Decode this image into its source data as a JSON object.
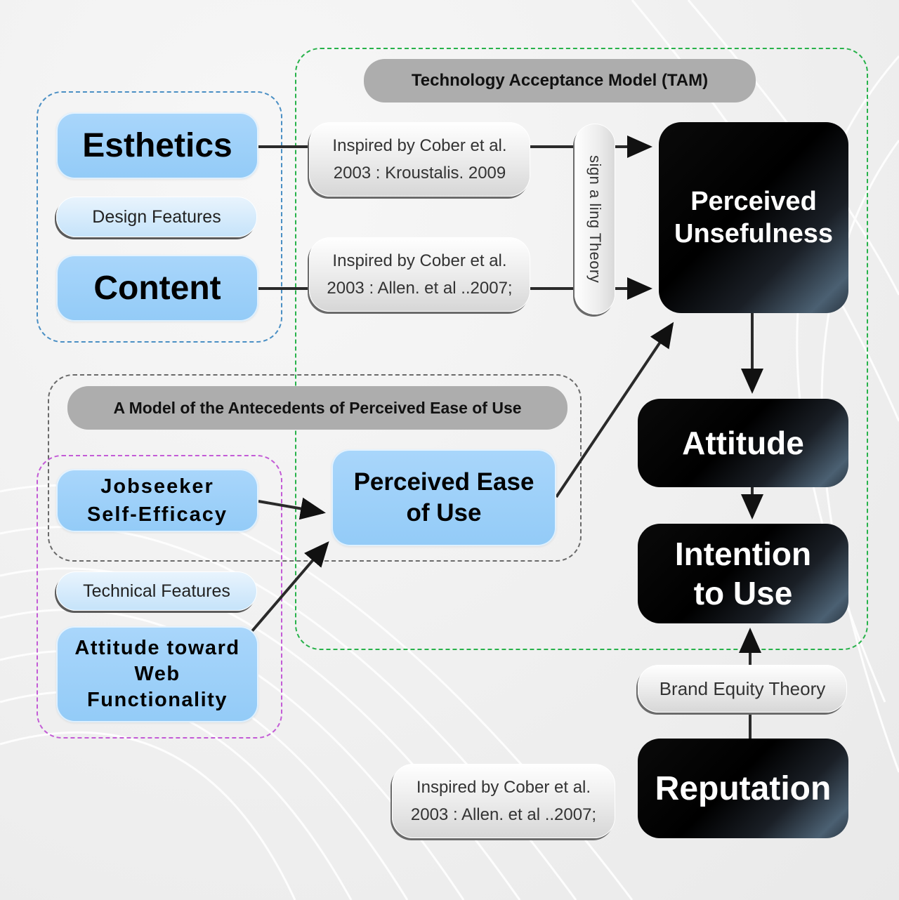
{
  "colors": {
    "tam_border": "#27b24a",
    "design_border": "#4a8fc4",
    "antecedents_border": "#6a6a6a",
    "technical_border": "#c35bd6",
    "blue_node": "#9fd1f9",
    "dark_node": "#000000",
    "title_pill": "#adadad"
  },
  "groups": {
    "tam": {
      "title": "Technology Acceptance Model (TAM)"
    },
    "antecedents": {
      "title": "A Model of the Antecedents of Perceived Ease of Use"
    },
    "design_features": {
      "label": "Design Features"
    },
    "technical_features": {
      "label": "Technical Features"
    }
  },
  "nodes": {
    "esthetics": "Esthetics",
    "content": "Content",
    "jobseeker_self_efficacy": [
      "Jobseeker",
      "Self-Efficacy"
    ],
    "attitude_web": [
      "Attitude toward",
      "Web",
      "Functionality"
    ],
    "perceived_ease": [
      "Perceived Ease",
      "of Use"
    ],
    "perceived_unsefulness": [
      "Perceived",
      "Unsefulness"
    ],
    "attitude": "Attitude",
    "intention": [
      "Intention",
      "to Use"
    ],
    "reputation": "Reputation"
  },
  "citations": {
    "esthetics": [
      "Inspired by Cober et al.",
      "2003 : Kroustalis. 2009"
    ],
    "content": [
      "Inspired by Cober et al.",
      "2003 : Allen. et al ..2007;"
    ],
    "reputation": [
      "Inspired by Cober et al.",
      "2003 : Allen. et al ..2007;"
    ]
  },
  "theories": {
    "signaling": "sign a ling Theory",
    "brand_equity": "Brand Equity Theory"
  },
  "edges": [
    {
      "from": "Esthetics",
      "to": "Perceived Unsefulness"
    },
    {
      "from": "Content",
      "to": "Perceived Unsefulness"
    },
    {
      "from": "Perceived Ease of Use",
      "to": "Perceived Unsefulness"
    },
    {
      "from": "Jobseeker Self-Efficacy",
      "to": "Perceived Ease of Use"
    },
    {
      "from": "Attitude toward Web Functionality",
      "to": "Perceived Ease of Use"
    },
    {
      "from": "Perceived Unsefulness",
      "to": "Attitude"
    },
    {
      "from": "Attitude",
      "to": "Intention to Use"
    },
    {
      "from": "Reputation",
      "to": "Intention to Use"
    }
  ]
}
